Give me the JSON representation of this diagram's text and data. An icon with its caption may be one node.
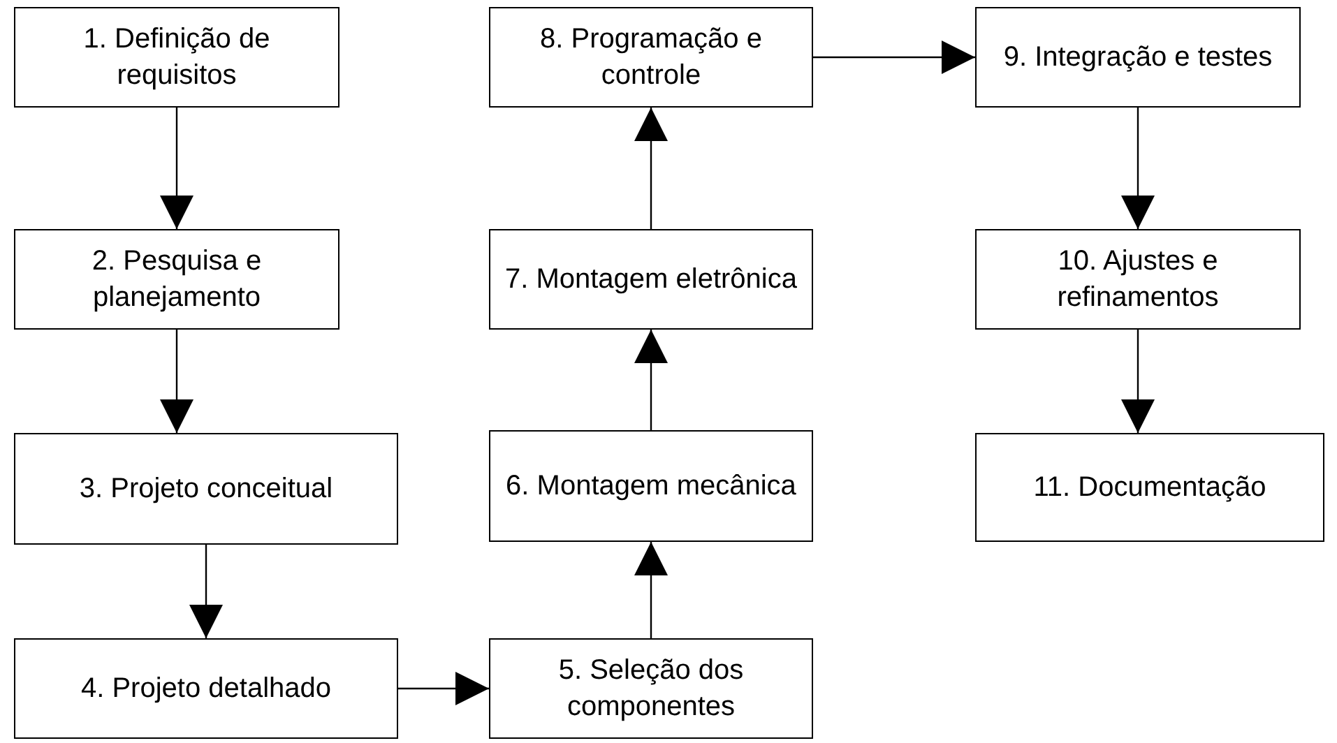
{
  "diagram": {
    "nodes": [
      {
        "text": [
          "1. Definição de requisitos"
        ]
      },
      {
        "text": [
          "2. Pesquisa e planejamento"
        ]
      },
      {
        "text": [
          "3. Projeto conceitual"
        ]
      },
      {
        "text": [
          "4. Projeto detalhado"
        ]
      },
      {
        "text": [
          "5. Seleção dos componentes"
        ]
      },
      {
        "text": [
          "6. Montagem mecânica"
        ]
      },
      {
        "text": [
          "7. Montagem eletrônica"
        ]
      },
      {
        "text": [
          "8. Programação e controle"
        ]
      },
      {
        "text": [
          "9. Integração e testes"
        ]
      },
      {
        "text": [
          "10. Ajustes e refinamentos"
        ]
      },
      {
        "text": [
          "11. Documentação"
        ]
      }
    ],
    "edges": [
      {
        "from": 0,
        "to": 1,
        "arrow": "to"
      },
      {
        "from": 1,
        "to": 2,
        "arrow": "to"
      },
      {
        "from": 2,
        "to": 3,
        "arrow": "to"
      },
      {
        "from": 3,
        "to": 4,
        "arrow": "to"
      },
      {
        "from": 4,
        "to": 5,
        "arrow": "to"
      },
      {
        "from": 5,
        "to": 6,
        "arrow": "to"
      },
      {
        "from": 6,
        "to": 7,
        "arrow": "to"
      },
      {
        "from": 7,
        "to": 8,
        "arrow": "to"
      },
      {
        "from": 8,
        "to": 9,
        "arrow": "to"
      },
      {
        "from": 9,
        "to": 10,
        "arrow": "to"
      }
    ]
  }
}
